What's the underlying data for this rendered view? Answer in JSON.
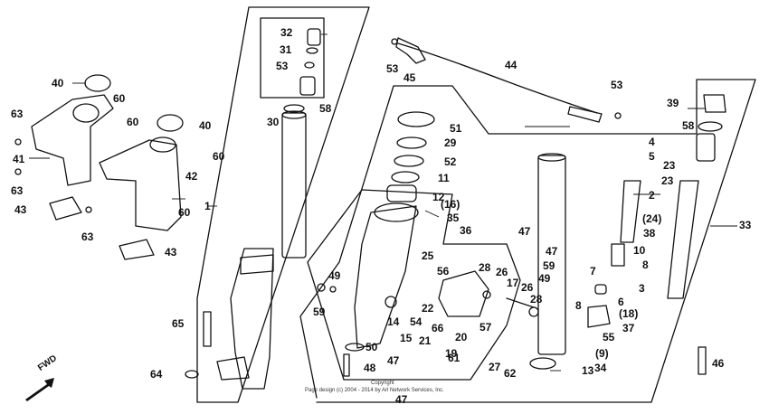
{
  "diagram": {
    "direction_label": "FWD",
    "copyright": [
      "Copyright",
      "Page design (c) 2004 - 2014 by Arl Network Services, Inc."
    ],
    "callouts": [
      "1",
      "2",
      "3",
      "4",
      "5",
      "6",
      "7",
      "8",
      "9",
      "10",
      "11",
      "12",
      "13",
      "14",
      "15",
      "16",
      "17",
      "18",
      "19",
      "20",
      "21",
      "22",
      "23",
      "24",
      "25",
      "26",
      "27",
      "28",
      "29",
      "30",
      "31",
      "32",
      "33",
      "34",
      "35",
      "36",
      "37",
      "38",
      "39",
      "40",
      "41",
      "42",
      "43",
      "44",
      "45",
      "46",
      "47",
      "48",
      "49",
      "50",
      "51",
      "52",
      "53",
      "54",
      "55",
      "56",
      "57",
      "58",
      "59",
      "60",
      "61",
      "62",
      "63",
      "64",
      "65",
      "66"
    ],
    "labels": {
      "n1": "1",
      "n2": "2",
      "n3": "3",
      "n4": "4",
      "n5": "5",
      "n6": "6",
      "n7": "7",
      "n8a": "8",
      "n8b": "8",
      "n9": "(9)",
      "n10": "10",
      "n11": "11",
      "n12": "12",
      "n13": "13",
      "n14": "14",
      "n15": "15",
      "n16": "(16)",
      "n17": "17",
      "n18": "(18)",
      "n19": "19",
      "n20": "20",
      "n21": "21",
      "n22": "22",
      "n23a": "23",
      "n23b": "23",
      "n24": "(24)",
      "n25": "25",
      "n26a": "26",
      "n26b": "26",
      "n27": "27",
      "n28a": "28",
      "n28b": "28",
      "n29": "29",
      "n30": "30",
      "n31": "31",
      "n32": "32",
      "n33": "33",
      "n34": "34",
      "n35": "35",
      "n36": "36",
      "n37": "37",
      "n38": "38",
      "n39": "39",
      "n40a": "40",
      "n40b": "40",
      "n41": "41",
      "n42": "42",
      "n43a": "43",
      "n43b": "43",
      "n44": "44",
      "n45": "45",
      "n46": "46",
      "n47a": "47",
      "n47b": "47",
      "n47c": "47",
      "n47d": "47",
      "n48": "48",
      "n49a": "49",
      "n49b": "49",
      "n50": "50",
      "n51": "51",
      "n52": "52",
      "n53a": "53",
      "n53b": "53",
      "n53c": "53",
      "n54": "54",
      "n55": "55",
      "n56": "56",
      "n57": "57",
      "n58a": "58",
      "n58b": "58",
      "n59a": "59",
      "n59b": "59",
      "n60a": "60",
      "n60b": "60",
      "n60c": "60",
      "n60d": "60",
      "n61": "61",
      "n62": "62",
      "n63a": "63",
      "n63b": "63",
      "n63c": "63",
      "n64": "64",
      "n65": "65",
      "n66": "66"
    },
    "colors": {
      "ink": "#111111",
      "paper": "#ffffff"
    }
  }
}
